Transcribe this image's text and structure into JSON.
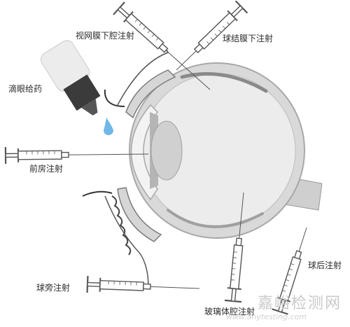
{
  "labels": {
    "subtenon": "视网膜下腔注射",
    "subconj": "球结膜下注射",
    "eyedrop": "滴眼给药",
    "anterior": "前房注射",
    "peribulbar": "球旁注射",
    "vitreous": "玻璃体腔注射",
    "retrobulbar": "球后注射"
  },
  "watermark": {
    "main": "嘉峪检测网",
    "sub": "www.anytesting.com"
  },
  "colors": {
    "line": "#555555",
    "eye_fill": "#e7e7e7",
    "eye_dark": "#bdbdbd",
    "drop": "#6fb7e6"
  }
}
